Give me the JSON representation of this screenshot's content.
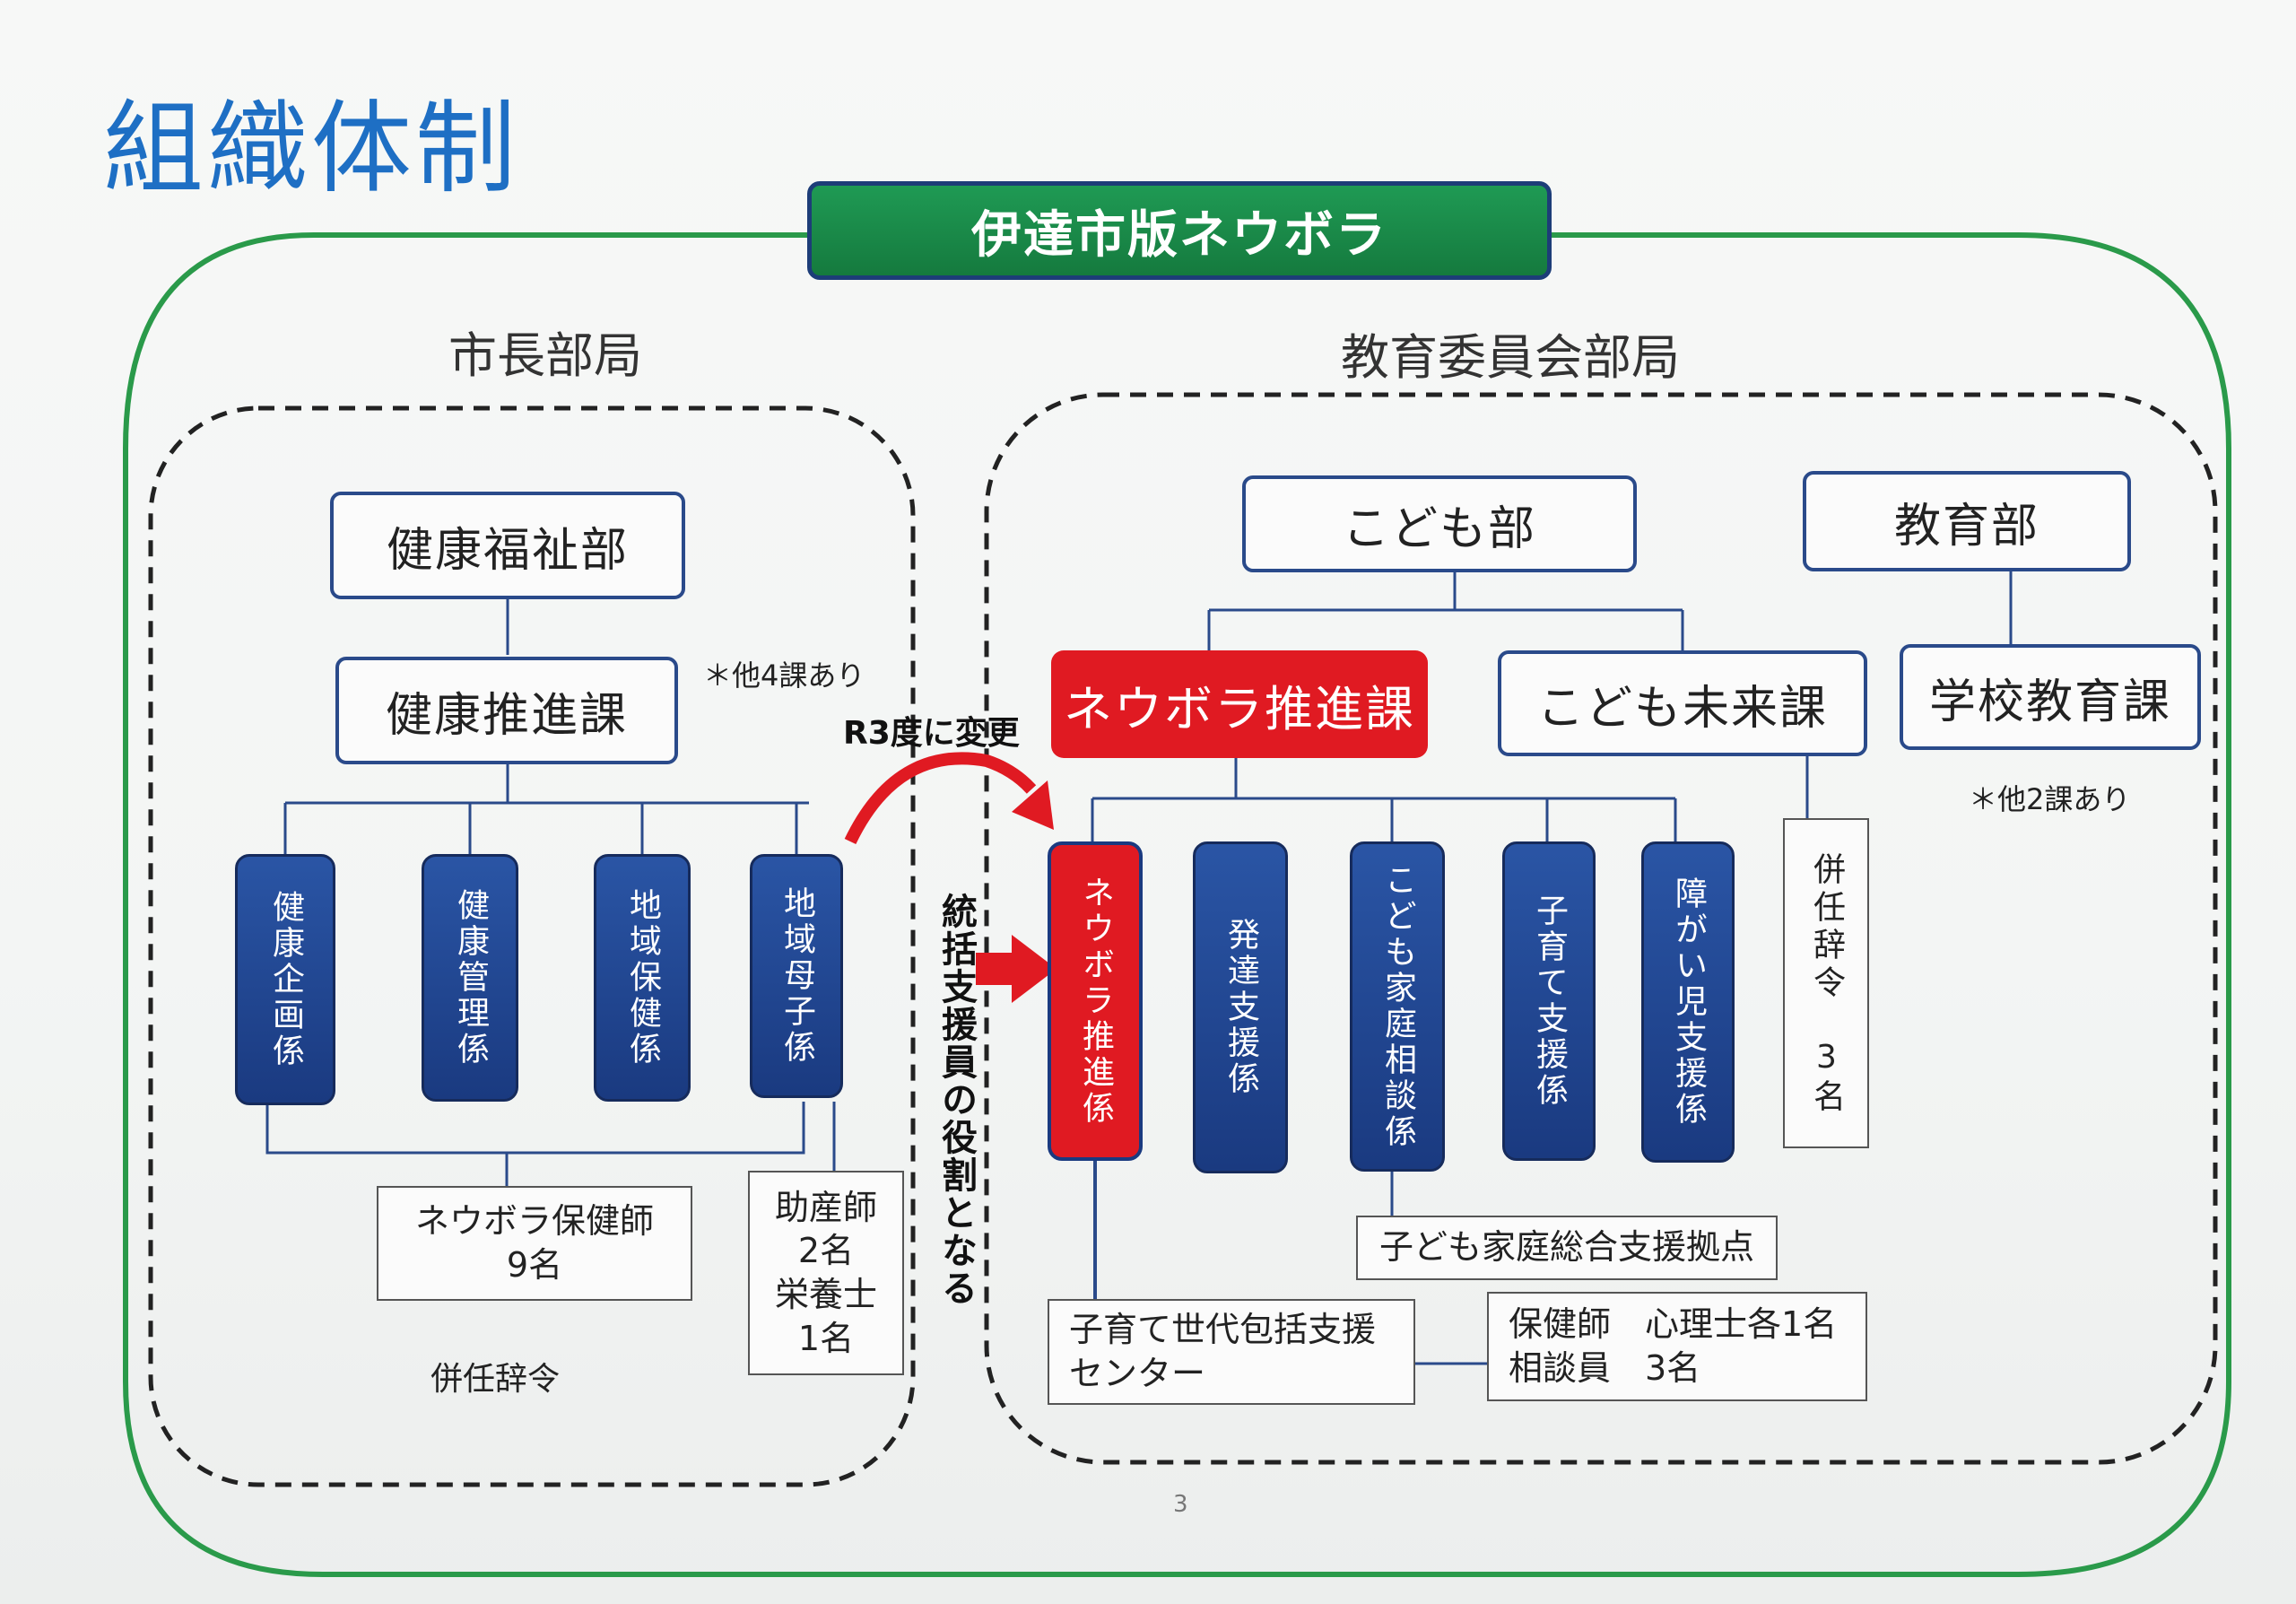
{
  "title": "組織体制",
  "banner": "伊達市版ネウボラ",
  "page_number": "3",
  "mayor": {
    "label": "市長部局",
    "dept": "健康福祉部",
    "section": "健康推進課",
    "other_note": "＊他4課あり",
    "units": [
      "健康企画係",
      "健康管理係",
      "地域保健係",
      "地域母子係"
    ],
    "nurses": {
      "line1": "ネウボラ保健師",
      "line2": "9名"
    },
    "midwife": {
      "line1": "助産師",
      "line2": "2名",
      "line3": "栄養士",
      "line4": "1名"
    },
    "concurrent": "併任辞令"
  },
  "change": {
    "label": "R3度に変更",
    "role_note": "統括支援員の役割となる"
  },
  "education": {
    "label": "教育委員会部局",
    "kodomo_dept": "こども部",
    "kyoiku_dept": "教育部",
    "neuvola_section": "ネウボラ推進課",
    "mirai_section": "こども未来課",
    "school_section": "学校教育課",
    "other_note": "＊他2課あり",
    "units": [
      "ネウボラ推進係",
      "発達支援係",
      "こども家庭相談係",
      "子育て支援係",
      "障がい児支援係"
    ],
    "concurrent": {
      "text": "併任辞令",
      "count": "3名"
    },
    "hub": "子ども家庭総合支援拠点",
    "center": {
      "line1": "子育て世代包括支援",
      "line2": "センター"
    },
    "staff": {
      "line1": "保健師　心理士各1名",
      "line2": "相談員　3名"
    }
  },
  "colors": {
    "title_blue": "#1e6fc4",
    "banner_green": "#1a8a4a",
    "navy": "#1a3a80",
    "red": "#e01a22",
    "outline_green": "#2a9a4a"
  }
}
